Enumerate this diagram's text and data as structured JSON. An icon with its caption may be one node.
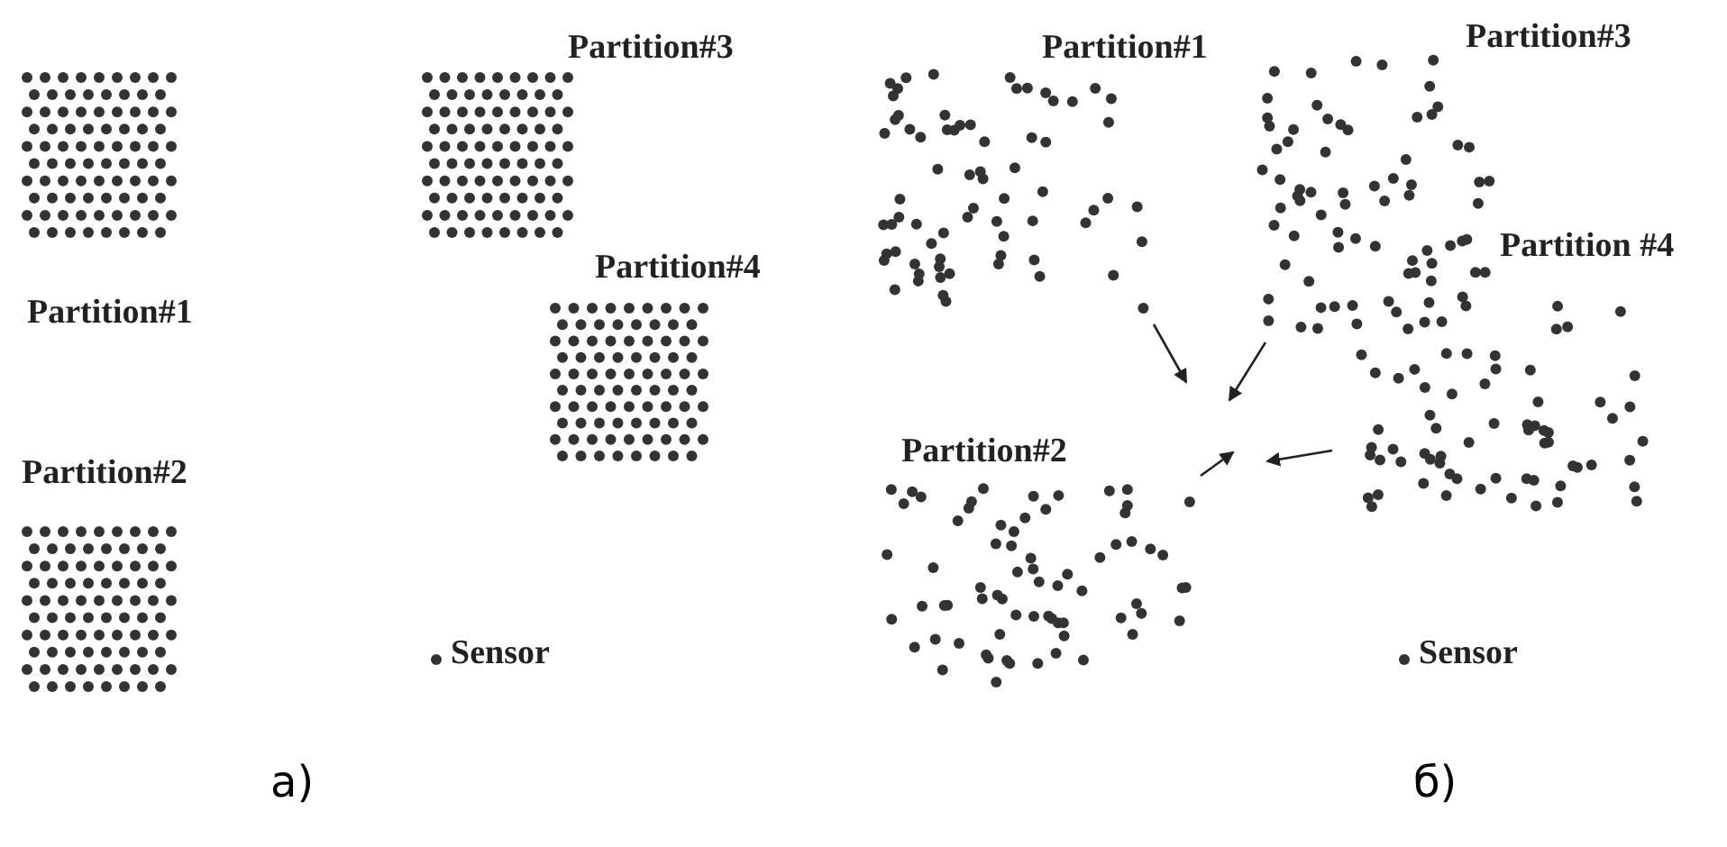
{
  "diagram": {
    "nodes": [
      {
        "text": [
          "Partition#1"
        ]
      },
      {
        "text": [
          "Partition#2"
        ]
      },
      {
        "text": [
          "Partition#3"
        ]
      },
      {
        "text": [
          "Partition#4"
        ]
      },
      {
        "text": [
          "Partition#1"
        ]
      },
      {
        "text": [
          "Partition#3"
        ]
      },
      {
        "text": [
          "Partition #4"
        ]
      },
      {
        "text": [
          "Partition#2"
        ]
      }
    ],
    "edges": [
      {
        "from": 4,
        "to": null,
        "arrow": "to"
      },
      {
        "from": 5,
        "to": null,
        "arrow": "to"
      },
      {
        "from": 7,
        "to": null,
        "arrow": "to"
      },
      {
        "from": 6,
        "to": null,
        "arrow": "to"
      }
    ],
    "labels": [
      "а)",
      "б)"
    ],
    "legend": [
      {
        "text": "Sensor"
      },
      {
        "text": "Sensor"
      }
    ]
  }
}
